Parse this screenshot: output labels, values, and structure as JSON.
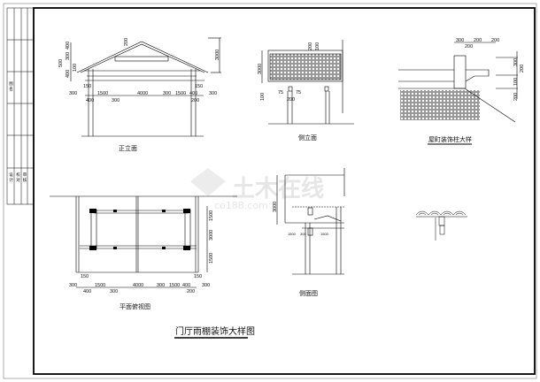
{
  "drawing": {
    "main_title": "门厅雨棚装饰大样图",
    "watermark": {
      "brand": "土木在线",
      "site": "co188.com"
    },
    "title_block": {
      "labels": [
        "图 名",
        "设 计",
        "校 对",
        "审 核"
      ]
    },
    "views": {
      "front_elevation": {
        "title": "正立面",
        "dims_bottom": [
          "300",
          "150",
          "1500",
          "4000",
          "300",
          "1500",
          "400",
          "150",
          "300"
        ],
        "dims_sub": [
          "400",
          "300",
          "200"
        ],
        "dims_left": [
          "500",
          "400",
          "300",
          "400",
          "100"
        ],
        "dims_top": [
          "200"
        ],
        "dims_right": [
          "3000"
        ]
      },
      "side_elevation": {
        "title": "侧立面",
        "dims": [
          "3000",
          "200",
          "100",
          "75",
          "75",
          "200",
          "100"
        ]
      },
      "column_detail": {
        "title": "屋町装饰柱大样",
        "dims_top": [
          "300",
          "200",
          "200",
          "200"
        ],
        "dims_right": [
          "300",
          "200",
          "100",
          "200"
        ]
      },
      "plan_view": {
        "title": "平面俯视图",
        "dims_bottom": [
          "300",
          "150",
          "1500",
          "4000",
          "300",
          "1500",
          "400",
          "150",
          "300"
        ],
        "dims_sub": [
          "400",
          "300",
          "200"
        ],
        "dims_right": [
          "1500",
          "3000",
          "1500"
        ]
      },
      "section_view": {
        "title": "侧面图",
        "dims": [
          "3000",
          "1500",
          "300",
          "1500"
        ]
      }
    }
  }
}
